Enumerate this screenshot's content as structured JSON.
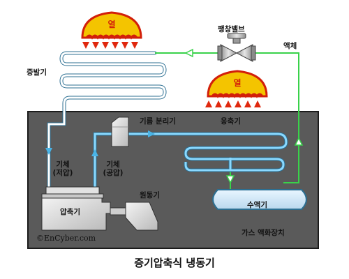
{
  "labels": {
    "heat_top": "열",
    "heat_mid": "열",
    "expansion_valve": "팽창밸브",
    "liquid": "액체",
    "evaporator": "증발기",
    "separator": "기름 분리기",
    "condenser": "응축기",
    "gas_low_line1": "기체",
    "gas_low_line2": "(저압)",
    "gas_high_line1": "기체",
    "gas_high_line2": "(공압)",
    "motor": "원동기",
    "compressor": "압축기",
    "receiver": "수액기",
    "liquefier": "가스 액화장치",
    "copyright": "©EnCyber.com"
  },
  "caption": "증기압축식 냉동기",
  "colors": {
    "heat_fill": "#f4c400",
    "heat_outline": "#d21f0a",
    "arrow_red": "#e0280e",
    "pipe_cool": "#4ab4e6",
    "pipe_liquid": "#39d24a",
    "panel": "#5a5a5a",
    "machine": "#d8d8d8"
  },
  "icons": [
    "heat-source-icon",
    "expansion-valve-icon",
    "compressor-icon",
    "motor-icon",
    "receiver-tank-icon",
    "oil-separator-icon"
  ]
}
